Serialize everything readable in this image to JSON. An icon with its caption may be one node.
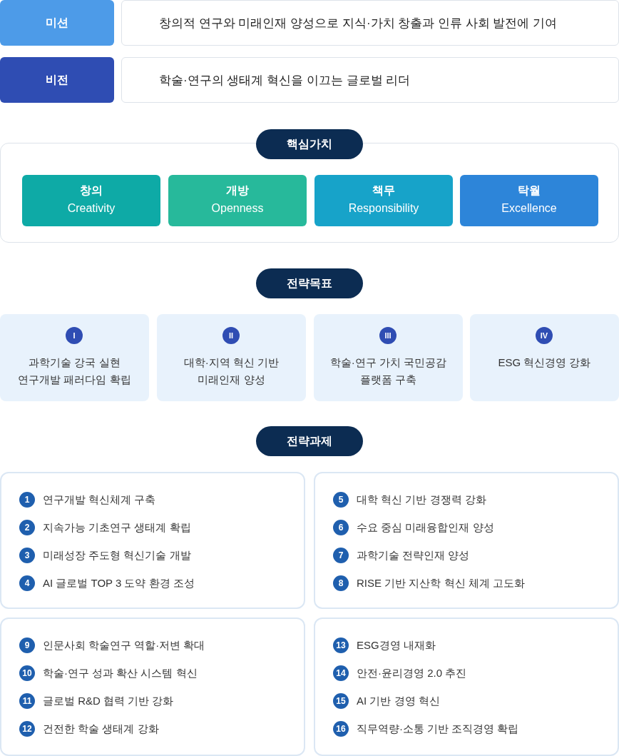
{
  "diagram": {
    "nodes": [
      {
        "text": [
          "미션"
        ]
      },
      {
        "text": [
          "창의적 연구와 미래인재 양성으로 지식·가치 창출과 인류 사회 발전에 기여"
        ]
      },
      {
        "text": [
          "비전"
        ]
      },
      {
        "text": [
          "학술·연구의 생태계 혁신을 이끄는 글로벌 리더"
        ]
      },
      {
        "text": [
          "핵심가치"
        ]
      },
      {
        "text": [],
        "shape": "box"
      },
      {
        "text": [
          "창의",
          "Creativity"
        ],
        "in": 5
      },
      {
        "text": [
          "개방",
          "Openness"
        ],
        "in": 5
      },
      {
        "text": [
          "책무",
          "Responsibility"
        ],
        "in": 5
      },
      {
        "text": [
          "탁월",
          "Excellence"
        ],
        "in": 5
      },
      {
        "text": [
          "전략목표"
        ]
      },
      {
        "text": [
          "과학기술 강국 실현 연구개발 패러다임 확립"
        ]
      },
      {
        "text": [
          "I"
        ],
        "in": 11
      },
      {
        "text": [
          "대학·지역 혁신 기반 미래인재 양성"
        ]
      },
      {
        "text": [
          "II"
        ],
        "in": 13
      },
      {
        "text": [
          "학술·연구 가치 국민공감 플랫폼 구축"
        ]
      },
      {
        "text": [
          "III"
        ],
        "in": 15
      },
      {
        "text": [
          "ESG 혁신경영 강화"
        ]
      },
      {
        "text": [
          "IV"
        ],
        "in": 17
      },
      {
        "text": [
          "전략과제"
        ]
      },
      {
        "text": [],
        "shape": "box"
      },
      {
        "text": [
          "1"
        ],
        "beside": [
          "연구개발 혁신체계 구축"
        ],
        "in": 20
      },
      {
        "text": [
          "2"
        ],
        "beside": [
          "지속가능 기초연구 생태계 확립"
        ],
        "in": 20
      },
      {
        "text": [
          "3"
        ],
        "beside": [
          "미래성장 주도형 혁신기술 개발"
        ],
        "in": 20
      },
      {
        "text": [
          "4"
        ],
        "beside": [
          "AI 글로벌 TOP 3 도약 환경 조성"
        ],
        "in": 20
      },
      {
        "text": [],
        "shape": "box"
      },
      {
        "text": [
          "5"
        ],
        "beside": [
          "대학 혁신 기반 경쟁력 강화"
        ],
        "in": 25
      },
      {
        "text": [
          "6"
        ],
        "beside": [
          "수요 중심 미래융합인재 양성"
        ],
        "in": 25
      },
      {
        "text": [
          "7"
        ],
        "beside": [
          "과학기술 전략인재 양성"
        ],
        "in": 25
      },
      {
        "text": [
          "8"
        ],
        "beside": [
          "RISE 기반 지산학 혁신 체계 고도화"
        ],
        "in": 25
      },
      {
        "text": [],
        "shape": "box"
      },
      {
        "text": [
          "9"
        ],
        "beside": [
          "인문사회 학술연구 역할·저변 확대"
        ],
        "in": 30
      },
      {
        "text": [
          "10"
        ],
        "beside": [
          "학술·연구 성과 확산 시스템 혁신"
        ],
        "in": 30
      },
      {
        "text": [
          "11"
        ],
        "beside": [
          "글로벌 R&D 협력 기반 강화"
        ],
        "in": 30
      },
      {
        "text": [
          "12"
        ],
        "beside": [
          "건전한 학술 생태계 강화"
        ],
        "in": 30
      },
      {
        "text": [],
        "shape": "box"
      },
      {
        "text": [
          "13"
        ],
        "beside": [
          "ESG경영 내재화"
        ],
        "in": 35
      },
      {
        "text": [
          "14"
        ],
        "beside": [
          "안전·윤리경영 2.0 추진"
        ],
        "in": 35
      },
      {
        "text": [
          "15"
        ],
        "beside": [
          "AI 기반 경영 혁신"
        ],
        "in": 35
      },
      {
        "text": [
          "16"
        ],
        "beside": [
          "직무역량·소통 기반 조직경영 확립"
        ],
        "in": 35
      }
    ]
  }
}
